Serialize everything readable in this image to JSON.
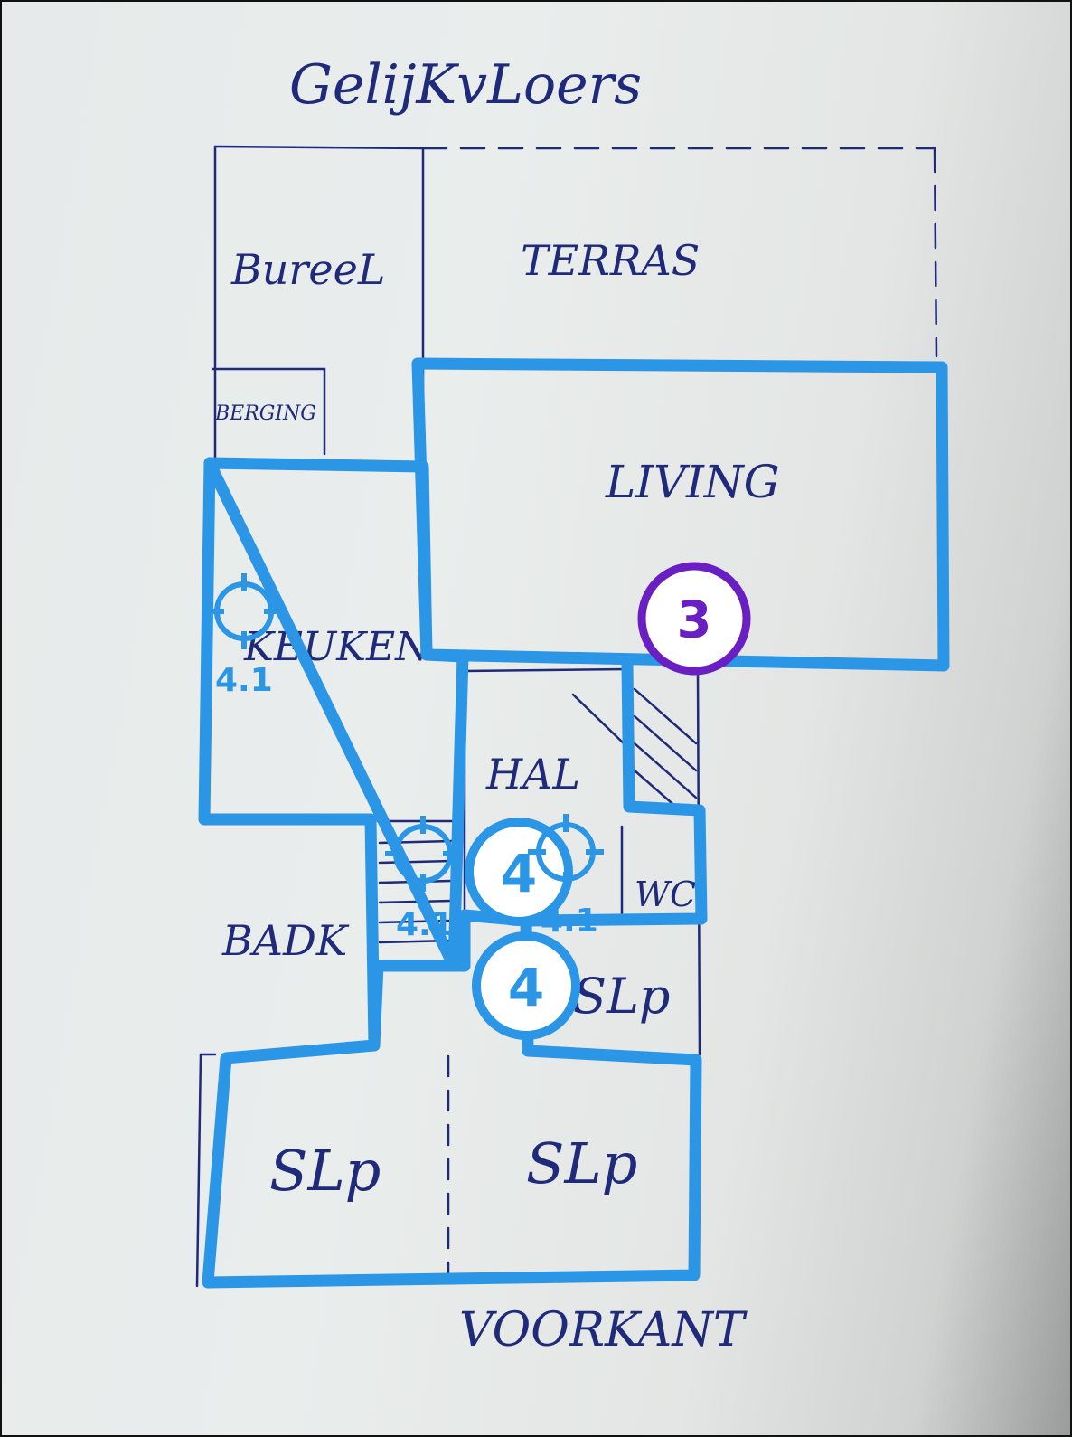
{
  "sheet": {
    "title": "GelijKvLoers",
    "front": "VOORKANT"
  },
  "rooms": {
    "bureel": "BureeL",
    "berging": "BERGING",
    "terras": "TERRAS",
    "living": "LIVING",
    "keuken": "KEUKEN",
    "hal": "HAL",
    "wc": "WC",
    "badk": "BADK",
    "slp_mid": "SLp",
    "slp_left": "SLp",
    "slp_right": "SLp"
  },
  "markers": {
    "living_badge": "3",
    "hal_badge": "4",
    "slp_badge": "4",
    "keuken_point": "4.1",
    "stairs_point": "4.1",
    "hal_point": "4.1"
  },
  "colors": {
    "ink": "#1f2a7a",
    "outline": "#2b95e6",
    "badge_3": "#6a1fc2",
    "badge_4": "#2b95e6"
  }
}
